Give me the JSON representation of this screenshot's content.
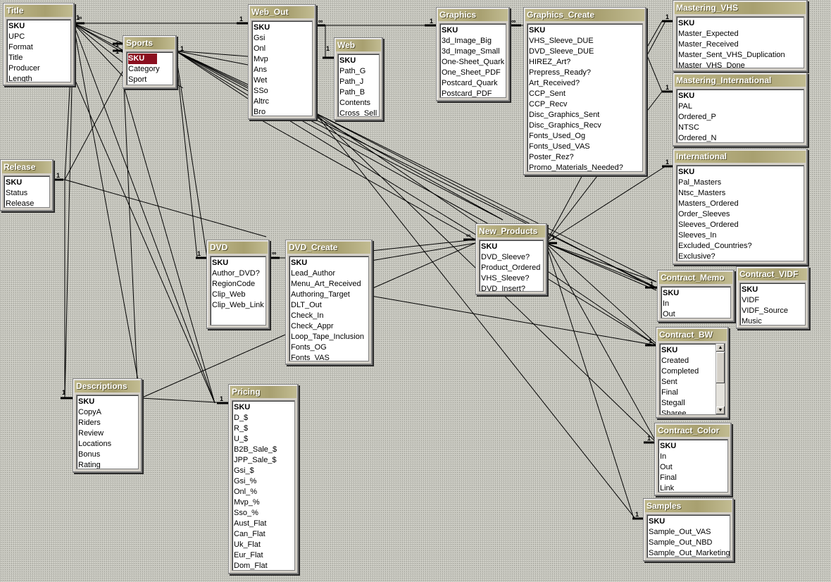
{
  "tables": [
    {
      "id": "title",
      "title": "Title",
      "fields": [
        "SKU",
        "UPC",
        "Format",
        "Title",
        "Producer",
        "Length"
      ]
    },
    {
      "id": "sports",
      "title": "Sports",
      "fields": [
        "SKU",
        "Category",
        "Sport"
      ]
    },
    {
      "id": "web_out",
      "title": "Web_Out",
      "fields": [
        "SKU",
        "Gsi",
        "Onl",
        "Mvp",
        "Ans",
        "Wet",
        "SSo",
        "Altrc",
        "Bro"
      ]
    },
    {
      "id": "web",
      "title": "Web",
      "fields": [
        "SKU",
        "Path_G",
        "Path_J",
        "Path_B",
        "Contents",
        "Cross_Sell"
      ]
    },
    {
      "id": "graphics",
      "title": "Graphics",
      "fields": [
        "SKU",
        "3d_Image_Big",
        "3d_Image_Small",
        "One-Sheet_Quark",
        "One_Sheet_PDF",
        "Postcard_Quark",
        "Postcard_PDF"
      ]
    },
    {
      "id": "graphics_create",
      "title": "Graphics_Create",
      "fields": [
        "SKU",
        "VHS_Sleeve_DUE",
        "DVD_Sleeve_DUE",
        "HIREZ_Art?",
        "Prepress_Ready?",
        "Art_Received?",
        "CCP_Sent",
        "CCP_Recv",
        "Disc_Graphics_Sent",
        "Disc_Graphics_Recv",
        "Fonts_Used_Og",
        "Fonts_Used_VAS",
        "Poster_Rez?",
        "Promo_Materials_Needed?"
      ]
    },
    {
      "id": "mastering_vhs",
      "title": "Mastering_VHS",
      "fields": [
        "SKU",
        "Master_Expected",
        "Master_Received",
        "Master_Sent_VHS_Duplication",
        "Master_VHS_Done"
      ]
    },
    {
      "id": "mastering_international",
      "title": "Mastering_International",
      "fields": [
        "SKU",
        "PAL",
        "Ordered_P",
        "NTSC",
        "Ordered_N"
      ]
    },
    {
      "id": "international",
      "title": "International",
      "fields": [
        "SKU",
        "Pal_Masters",
        "Ntsc_Masters",
        "Masters_Ordered",
        "Order_Sleeves",
        "Sleeves_Ordered",
        "Sleeves_In",
        "Excluded_Countries?",
        "Exclusive?"
      ]
    },
    {
      "id": "release",
      "title": "Release",
      "fields": [
        "SKU",
        "Status",
        "Release"
      ]
    },
    {
      "id": "dvd",
      "title": "DVD",
      "fields": [
        "SKU",
        "Author_DVD?",
        "RegionCode",
        "Clip_Web",
        "Clip_Web_Link"
      ]
    },
    {
      "id": "dvd_create",
      "title": "DVD_Create",
      "fields": [
        "SKU",
        "Lead_Author",
        "Menu_Art_Received",
        "Authoring_Target",
        "DLT_Out",
        "Check_In",
        "Check_Appr",
        "Loop_Tape_Inclusion",
        "Fonts_OG",
        "Fonts_VAS"
      ]
    },
    {
      "id": "new_products",
      "title": "New_Products",
      "fields": [
        "SKU",
        "DVD_Sleeve?",
        "Product_Ordered",
        "VHS_Sleeve?",
        "DVD_Insert?"
      ]
    },
    {
      "id": "contract_memo",
      "title": "Contract_Memo",
      "fields": [
        "SKU",
        "In",
        "Out"
      ]
    },
    {
      "id": "contract_vidf",
      "title": "Contract_VIDF",
      "fields": [
        "SKU",
        "VIDF",
        "VIDF_Source",
        "Music"
      ]
    },
    {
      "id": "contract_bw",
      "title": "Contract_BW",
      "fields": [
        "SKU",
        "Created",
        "Completed",
        "Sent",
        "Final",
        "Stegall",
        "Sharee"
      ]
    },
    {
      "id": "descriptions",
      "title": "Descriptions",
      "fields": [
        "SKU",
        "CopyA",
        "Riders",
        "Review",
        "Locations",
        "Bonus",
        "Rating"
      ]
    },
    {
      "id": "pricing",
      "title": "Pricing",
      "fields": [
        "SKU",
        "D_$",
        "R_$",
        "U_$",
        "B2B_Sale_$",
        "JPP_Sale_$",
        "Gsi_$",
        "Gsi_%",
        "Onl_%",
        "Mvp_%",
        "Sso_%",
        "Aust_Flat",
        "Can_Flat",
        "Uk_Flat",
        "Eur_Flat",
        "Dom_Flat"
      ]
    },
    {
      "id": "contract_color",
      "title": "Contract_Color",
      "fields": [
        "SKU",
        "In",
        "Out",
        "Final",
        "Link"
      ]
    },
    {
      "id": "samples",
      "title": "Samples",
      "fields": [
        "SKU",
        "Sample_Out_VAS",
        "Sample_Out_NBD",
        "Sample_Out_Marketing"
      ]
    }
  ],
  "selected_field": {
    "table": "sports",
    "field": "SKU"
  },
  "cardinality": {
    "one": "1",
    "many": "∞"
  }
}
